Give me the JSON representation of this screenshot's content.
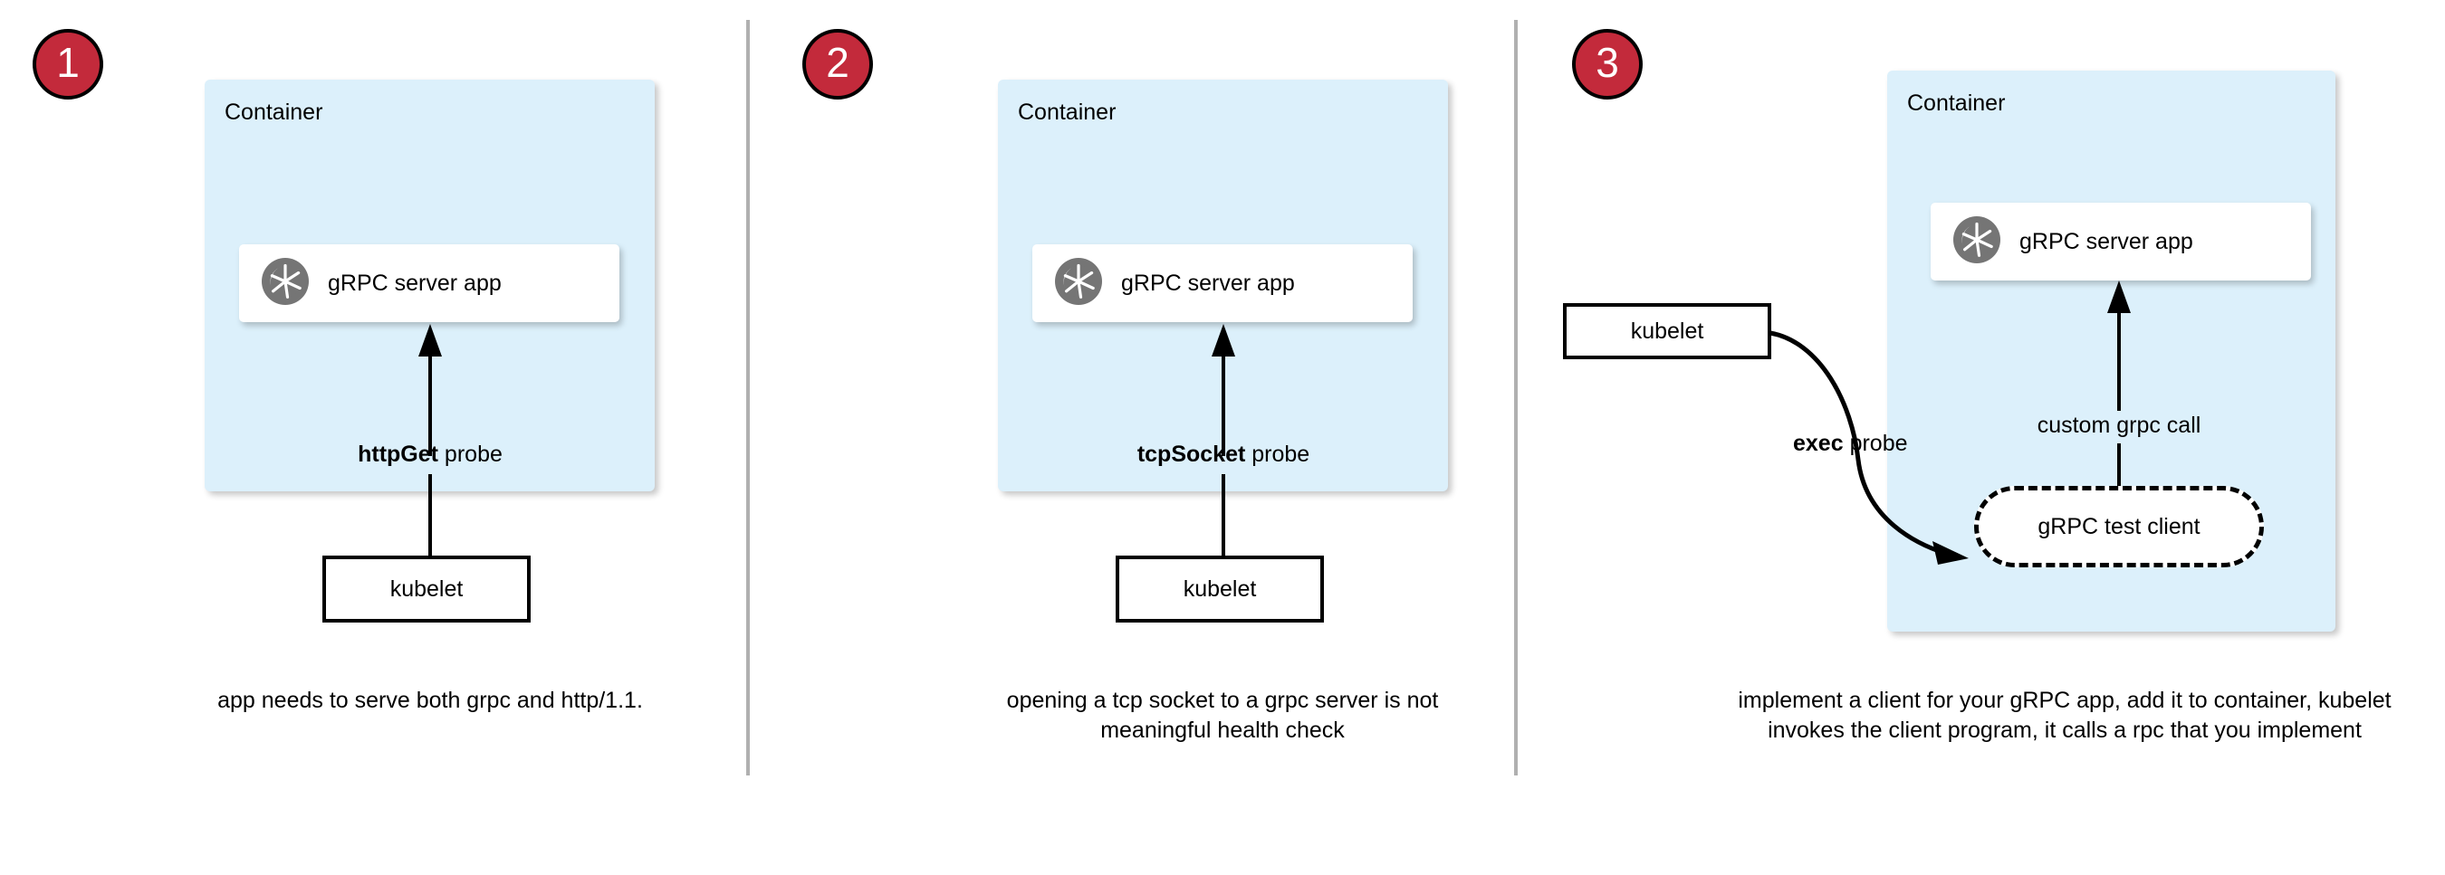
{
  "diagram": {
    "title": "gRPC health check probe options",
    "divider_color": "#b0b0b0",
    "badge_color": "#c32a3b",
    "container_color": "#dcf0fb",
    "icon_color": "#757575"
  },
  "panels": [
    {
      "badge": "1",
      "container_label": "Container",
      "app_label": "gRPC server app",
      "app_icon": "grpc-aperture-icon",
      "edge_label_bold": "httpGet",
      "edge_label_rest": " probe",
      "kubelet_label": "kubelet",
      "caption": "app needs to serve both grpc and http/1.1."
    },
    {
      "badge": "2",
      "container_label": "Container",
      "app_label": "gRPC server app",
      "app_icon": "grpc-aperture-icon",
      "edge_label_bold": "tcpSocket",
      "edge_label_rest": " probe",
      "kubelet_label": "kubelet",
      "caption": "opening a tcp socket to a grpc server is not meaningful health check"
    },
    {
      "badge": "3",
      "container_label": "Container",
      "app_label": "gRPC server app",
      "app_icon": "grpc-aperture-icon",
      "edge_label_bold": "exec",
      "edge_label_rest": " probe",
      "kubelet_label": "kubelet",
      "client_label": "gRPC test client",
      "call_label": "custom grpc call",
      "caption": "implement a client for your gRPC app, add it to container, kubelet invokes the client program, it calls a rpc that you implement"
    }
  ]
}
